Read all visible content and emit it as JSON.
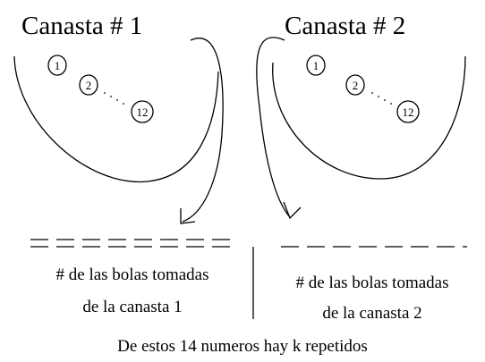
{
  "basket1": {
    "title": "Canasta # 1",
    "balls": [
      "1",
      "2",
      "12"
    ]
  },
  "basket2": {
    "title": "Canasta # 2",
    "balls": [
      "1",
      "2",
      "12"
    ]
  },
  "left_caption": {
    "line1": "# de las bolas tomadas",
    "line2": "de la canasta 1"
  },
  "right_caption": {
    "line1": "# de las bolas tomadas",
    "line2": "de la canasta  2"
  },
  "footer": "De estos 14 numeros hay k repetidos"
}
